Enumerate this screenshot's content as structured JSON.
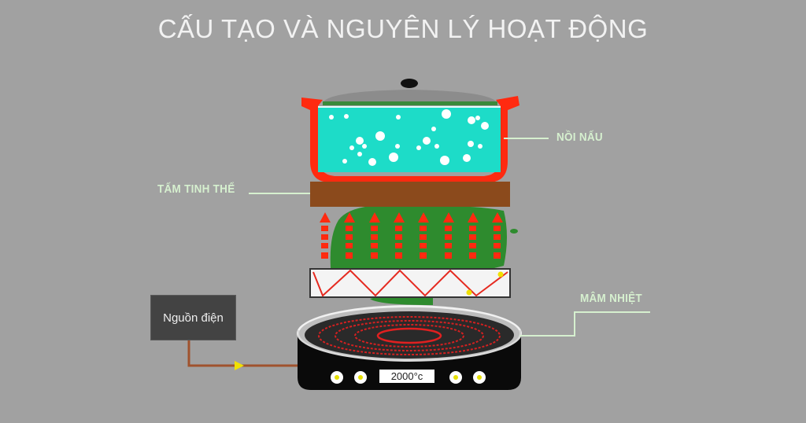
{
  "title": "CẤU TẠO VÀ NGUYÊN LÝ HOẠT ĐỘNG",
  "labels": {
    "pot": "NỒI NẤU",
    "crystal_plate": "TẤM TINH THỂ",
    "heating_tray": "MÂM NHIỆT",
    "power_source": "Nguồn điện",
    "temperature": "2000°c"
  },
  "colors": {
    "background": "#a1a1a1",
    "pot_body": "#ff2a10",
    "water": "#1ddcc8",
    "lid": "#8c8c8c",
    "lid_rim": "#3a8a3a",
    "crystal_plate": "#8b4a1c",
    "heat_field": "#2e8b2e",
    "heat_arrows": "#ff2a10",
    "coil_plate": "#f4f4f4",
    "stove_body": "#0a0a0a",
    "coil": "#d42020",
    "wire": "#a0522d",
    "label_text": "#d6f0cf",
    "knob_center": "#e6e000"
  },
  "stove": {
    "knobs": 4
  }
}
